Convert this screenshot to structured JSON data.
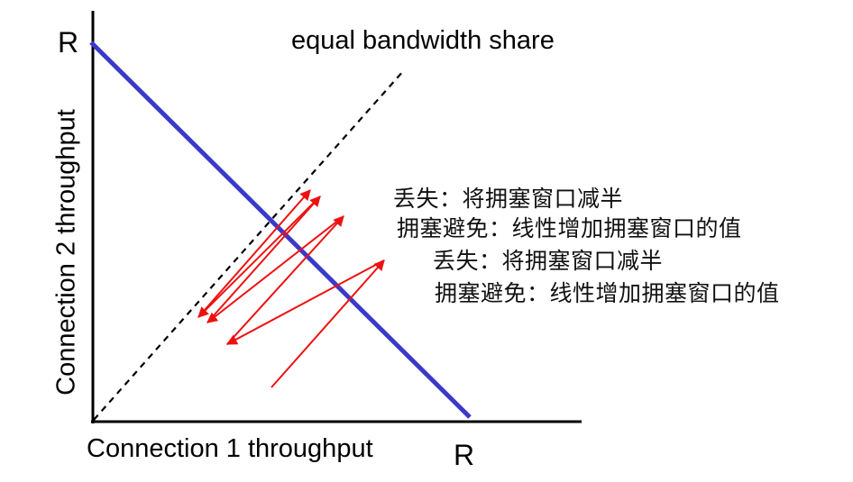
{
  "diagram": {
    "x_axis_label": "Connection 1 throughput",
    "y_axis_label": "Connection 2 throughput",
    "x_max_label": "R",
    "y_max_label": "R",
    "equal_share_label": "equal bandwidth share",
    "annotations": [
      "丢失：将拥塞窗口减半",
      "拥塞避免：线性增加拥塞窗口的值",
      "丢失：将拥塞窗口减半",
      "拥塞避免：线性增加拥塞窗口的值"
    ],
    "colors": {
      "axes": "#000000",
      "capacity_line": "#3a3ac8",
      "equal_share_line": "#000000",
      "trajectory": "#ee1111"
    },
    "icons": {
      "trajectory_arrowhead": "arrowhead-icon"
    }
  }
}
